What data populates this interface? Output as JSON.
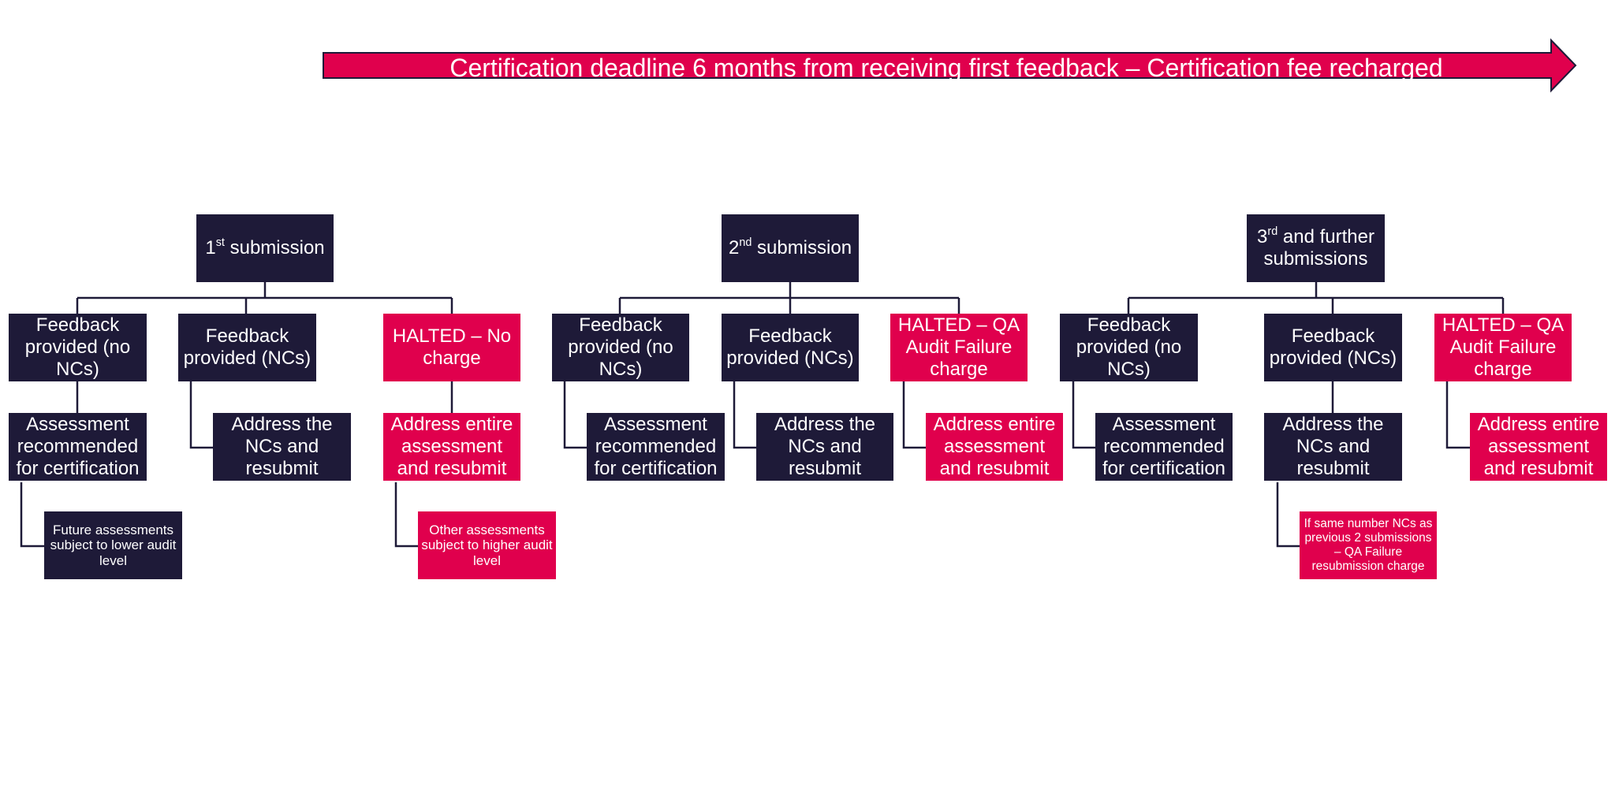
{
  "colors": {
    "navy": "#1e1a38",
    "red": "#e0004d",
    "line": "#1e1a38"
  },
  "banner": {
    "text": "Certification deadline 6 months from receiving first feedback – Certification fee recharged"
  },
  "columns": [
    {
      "header": {
        "number": "1",
        "sup": "st",
        "rest": " submission"
      },
      "feedback_no_ncs": "Feedback provided (no NCs)",
      "feedback_ncs": "Feedback provided (NCs)",
      "halted": "HALTED – No charge",
      "assessment_recommended": "Assessment recommended for certification",
      "address_ncs": "Address the NCs and resubmit",
      "address_entire": "Address entire assessment and resubmit",
      "note_navy": "Future assessments subject to lower audit level",
      "note_red": "Other assessments subject to higher audit level"
    },
    {
      "header": {
        "number": "2",
        "sup": "nd",
        "rest": " submission"
      },
      "feedback_no_ncs": "Feedback provided (no NCs)",
      "feedback_ncs": "Feedback provided (NCs)",
      "halted": "HALTED – QA Audit Failure charge",
      "assessment_recommended": "Assessment recommended for certification",
      "address_ncs": "Address the NCs and resubmit",
      "address_entire": "Address entire assessment and resubmit"
    },
    {
      "header": {
        "number": "3",
        "sup": "rd",
        "rest": " and further submissions"
      },
      "feedback_no_ncs": "Feedback provided (no NCs)",
      "feedback_ncs": "Feedback provided (NCs)",
      "halted": "HALTED – QA Audit Failure charge",
      "assessment_recommended": "Assessment recommended for certification",
      "address_ncs": "Address the NCs and resubmit",
      "address_entire": "Address entire assessment and resubmit",
      "note_red": "If same number NCs as previous 2 submissions – QA Failure resubmission charge"
    }
  ]
}
